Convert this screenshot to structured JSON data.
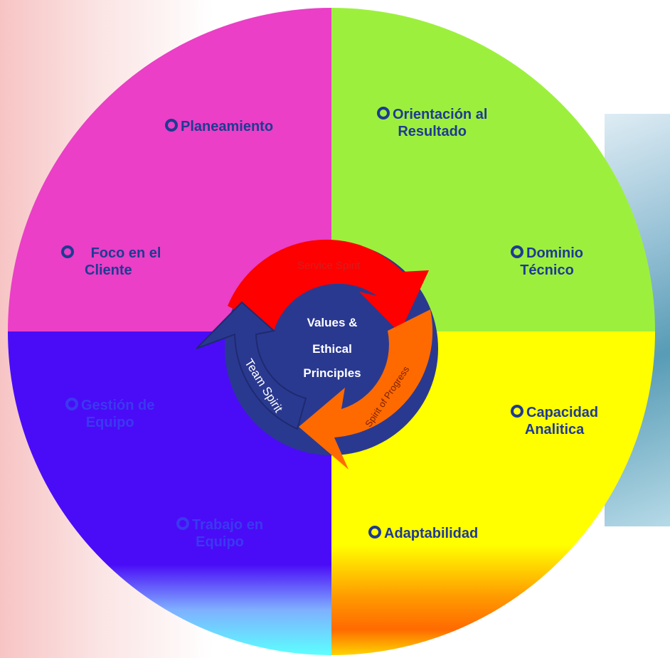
{
  "colors": {
    "quadrant_top_left": "#ea3fc6",
    "quadrant_top_right": "#9cf03d",
    "quadrant_bottom_right": "#ffff00",
    "quadrant_bottom_left": "#4a0cf7",
    "center_circle": "#2a3990",
    "arrow_service": "#ff0000",
    "arrow_progress": "#ff6a00",
    "arrow_team": "#2a3990",
    "label_text": "#1f3a93"
  },
  "quadrants": {
    "top_left": {
      "items": [
        {
          "line1": "Planeamiento",
          "line2": ""
        },
        {
          "line1": "Foco en el",
          "line2": "Cliente"
        }
      ]
    },
    "top_right": {
      "items": [
        {
          "line1": "Orientación al",
          "line2": "Resultado"
        },
        {
          "line1": "Dominio",
          "line2": "Técnico"
        }
      ]
    },
    "bottom_right": {
      "items": [
        {
          "line1": "Capacidad",
          "line2": "Analitica"
        },
        {
          "line1": "Adaptabilidad",
          "line2": ""
        }
      ]
    },
    "bottom_left": {
      "items": [
        {
          "line1": "Gestión de",
          "line2": "Equipo"
        },
        {
          "line1": "Trabajo en",
          "line2": "Equipo"
        }
      ]
    }
  },
  "center": {
    "line1": "Values &",
    "line2": "Ethical",
    "line3": "Principles"
  },
  "arrows": {
    "service": "Service Spirit",
    "progress": "Spirit of Progress",
    "team": "Team Spirit"
  }
}
